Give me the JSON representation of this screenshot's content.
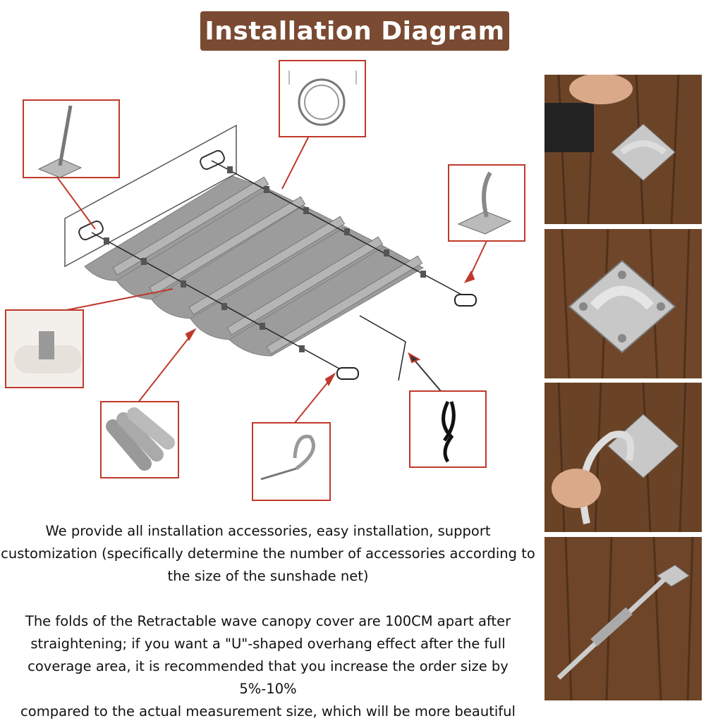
{
  "title": "Installation Diagram",
  "paragraphs": {
    "p1": [
      "We provide all installation accessories, easy installation, support",
      "customization (specifically determine the number of accessories according to",
      "the size of the sunshade net)"
    ],
    "p2": [
      "The folds of the Retractable wave canopy cover are 100CM apart after",
      "straightening; if you want a \"U\"-shaped overhang effect after the full",
      "coverage area, it is recommended that you increase the order size by 5%-10%",
      "compared to the actual measurement size, which will be more beautiful"
    ]
  },
  "callouts": [
    "turnbuckle",
    "steel-wire-rope",
    "pad-eye-hook",
    "wire-clip",
    "aluminum-tubes",
    "thimble-clamp",
    "black-rope"
  ],
  "photos": [
    "drilling-pad-eye",
    "pad-eye-mounted",
    "hooking-carabiner",
    "turnbuckle-installed"
  ],
  "colors": {
    "title_bg": "#7a4a32",
    "callout_border": "#c0392b",
    "canopy": "#9a9a9a",
    "wood": "#6b4428"
  }
}
